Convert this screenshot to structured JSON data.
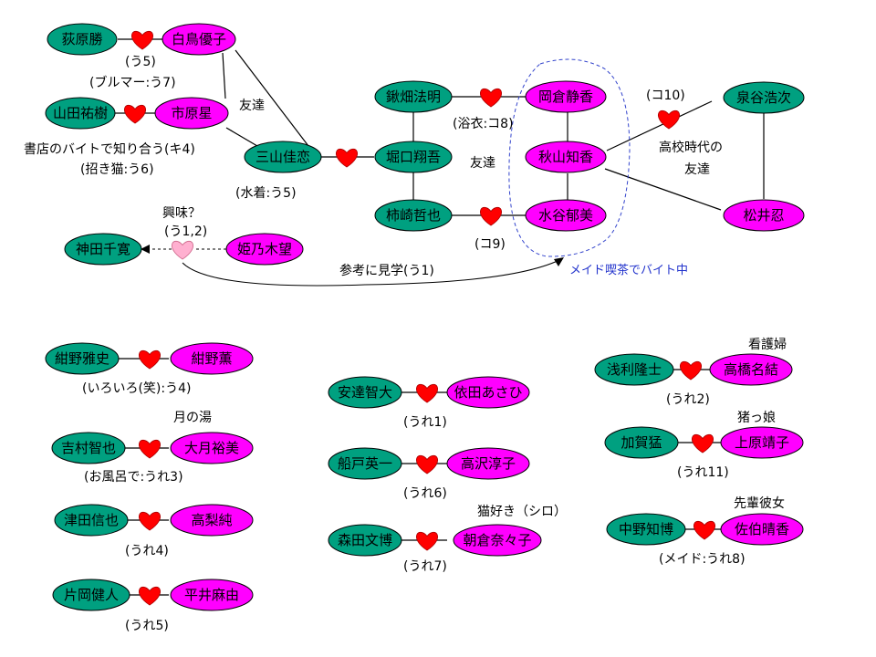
{
  "colors": {
    "male": "#00a080",
    "female": "#ff00ff",
    "heart": "#ff0000",
    "heart_light": "#ffb0d0",
    "line": "#000000",
    "cafe_outline": "#3344cc"
  },
  "people": {
    "ogiwara": "荻原勝",
    "shiratori": "白鳥優子",
    "yamada": "山田祐樹",
    "ichihara": "市原星",
    "miyama": "三山佳恋",
    "kuwahata": "鍬畑法明",
    "horiguchi": "堀口翔吾",
    "kakizaki": "柿崎哲也",
    "okura": "岡倉静香",
    "akiyama": "秋山知香",
    "mizutani": "水谷郁美",
    "izumiya": "泉谷浩次",
    "matsui": "松井忍",
    "kanda": "神田千寛",
    "himeno": "姫乃木望",
    "konno_m": "紺野雅史",
    "konno_k": "紺野薫",
    "yoshimura": "吉村智也",
    "otsuki": "大月裕美",
    "tsuda": "津田信也",
    "takanashi": "高梨純",
    "kataoka": "片岡健人",
    "hirai": "平井麻由",
    "adachi": "安達智大",
    "yoda": "依田あさひ",
    "funado": "船戸英一",
    "takazawa": "高沢淳子",
    "morita": "森田文博",
    "asahina": "朝倉奈々子",
    "asari": "浅利隆士",
    "takahashi": "高橋名結",
    "kaga": "加賀猛",
    "uehara": "上原靖子",
    "nakano": "中野知博",
    "saeki": "佐伯晴香"
  },
  "labels": {
    "u5_top": "(う5)",
    "bloomer": "(ブルマー:う7)",
    "friends_1": "友達",
    "bookstore": "書店のバイトで知り合う(キ4)",
    "maneki": "(招き猫:う6)",
    "mizugi": "(水着:う5)",
    "yukata": "(浴衣:コ8)",
    "friends_2": "友達",
    "ko9": "(コ9)",
    "ko10": "(コ10)",
    "hs_friends_1": "高校時代の",
    "hs_friends_2": "友達",
    "interest": "興味？",
    "u12": "(う1,2)",
    "kengaku": "参考に見学(う1)",
    "maid_cafe": "メイド喫茶でバイト中",
    "iroiro": "(いろいろ(笑):う4)",
    "tsuki": "月の湯",
    "ofuro": "(お風呂で:うれ3)",
    "ure4": "(うれ4)",
    "ure5": "(うれ5)",
    "ure1": "(うれ1)",
    "ure6": "(うれ6)",
    "nekozuki": "猫好き（シロ）",
    "ure7": "(うれ7)",
    "kango": "看護婦",
    "ure2": "(うれ2)",
    "inokko": "猪っ娘",
    "ure11": "(うれ11)",
    "senpai": "先輩彼女",
    "maid_ure8": "(メイド:うれ8)"
  }
}
